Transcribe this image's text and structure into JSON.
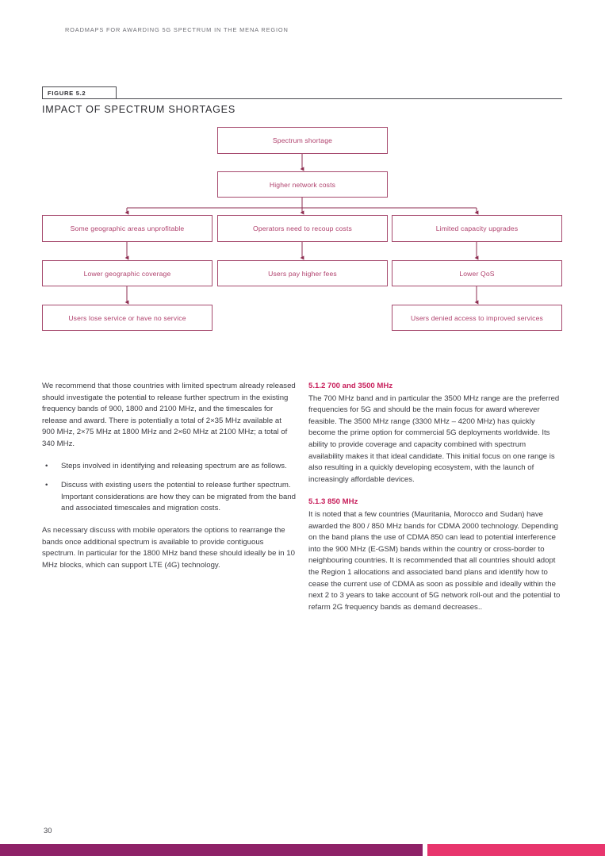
{
  "header": {
    "running_title": "ROADMAPS FOR AWARDING 5G SPECTRUM IN THE MENA REGION"
  },
  "figure": {
    "tag": "FIGURE 5.2",
    "title": "IMPACT OF SPECTRUM SHORTAGES"
  },
  "chart_data": {
    "type": "diagram",
    "title": "IMPACT OF SPECTRUM SHORTAGES",
    "orientation": "top-down",
    "accent_color": "#b0416d",
    "nodes": [
      {
        "id": "n0",
        "label": "Spectrum shortage",
        "row": 0,
        "col": "center"
      },
      {
        "id": "n1",
        "label": "Higher network costs",
        "row": 1,
        "col": "center"
      },
      {
        "id": "n2",
        "label": "Some geographic areas unprofitable",
        "row": 2,
        "col": "left"
      },
      {
        "id": "n3",
        "label": "Operators need to recoup costs",
        "row": 2,
        "col": "center"
      },
      {
        "id": "n4",
        "label": "Limited capacity upgrades",
        "row": 2,
        "col": "right"
      },
      {
        "id": "n5",
        "label": "Lower geographic coverage",
        "row": 3,
        "col": "left"
      },
      {
        "id": "n6",
        "label": "Users pay higher fees",
        "row": 3,
        "col": "center"
      },
      {
        "id": "n7",
        "label": "Lower QoS",
        "row": 3,
        "col": "right"
      },
      {
        "id": "n8",
        "label": "Users lose service or have no service",
        "row": 4,
        "col": "left"
      },
      {
        "id": "n9",
        "label": "Users denied access to improved services",
        "row": 4,
        "col": "right"
      }
    ],
    "edges": [
      {
        "from": "n0",
        "to": "n1"
      },
      {
        "from": "n1",
        "to": "n2"
      },
      {
        "from": "n1",
        "to": "n3"
      },
      {
        "from": "n1",
        "to": "n4"
      },
      {
        "from": "n2",
        "to": "n5"
      },
      {
        "from": "n3",
        "to": "n6"
      },
      {
        "from": "n4",
        "to": "n7"
      },
      {
        "from": "n5",
        "to": "n8"
      },
      {
        "from": "n7",
        "to": "n9"
      }
    ]
  },
  "left_column": {
    "para1": "We recommend that those countries with limited spectrum already released should investigate the potential to release further spectrum in the existing frequency bands of 900, 1800 and 2100 MHz, and the timescales for release and award.  There is potentially a total of 2×35 MHz available at 900 MHz, 2×75 MHz at 1800 MHz and 2×60 MHz at 2100 MHz; a total of 340 MHz.",
    "bullet_marker": "•",
    "bullets": [
      "Steps involved in identifying and releasing spectrum are as follows.",
      "Discuss with existing users the potential to release further spectrum. Important considerations are how they can be migrated from the band and associated timescales and migration costs."
    ],
    "para2": "As necessary discuss with mobile operators the options to rearrange the bands once additional spectrum is available to provide contiguous spectrum. In particular for the 1800 MHz band these should ideally be in 10 MHz blocks, which can support LTE (4G) technology."
  },
  "right_column": {
    "heading_512": "5.1.2  700 and 3500 MHz",
    "para_512": "The 700 MHz band and in particular the 3500 MHz range are the preferred frequencies for 5G and should be the main focus for award wherever feasible. The 3500 MHz range (3300 MHz – 4200 MHz) has quickly become the prime option for commercial 5G deployments worldwide. Its ability to provide coverage and capacity combined with spectrum availability makes it that ideal candidate. This initial focus on one range is also resulting in a quickly developing ecosystem, with the launch of increasingly affordable devices.",
    "heading_513": "5.1.3  850 MHz",
    "para_513": "It is noted that a few countries (Mauritania, Morocco and Sudan) have awarded the 800 / 850 MHz bands for CDMA 2000 technology.  Depending on the band plans the use of CDMA 850 can lead to potential interference into the 900 MHz (E-GSM) bands within the country or cross-border to neighbouring countries. It is recommended that all countries should adopt the Region 1 allocations and associated band plans and identify how to cease the current use of CDMA as soon as possible and ideally within the next 2 to 3 years to take account of 5G network roll-out and the potential to refarm 2G frequency bands as demand decreases.."
  },
  "footer": {
    "page_number": "30",
    "bar_left_color": "#8E2167",
    "bar_right_color": "#E8356D"
  }
}
